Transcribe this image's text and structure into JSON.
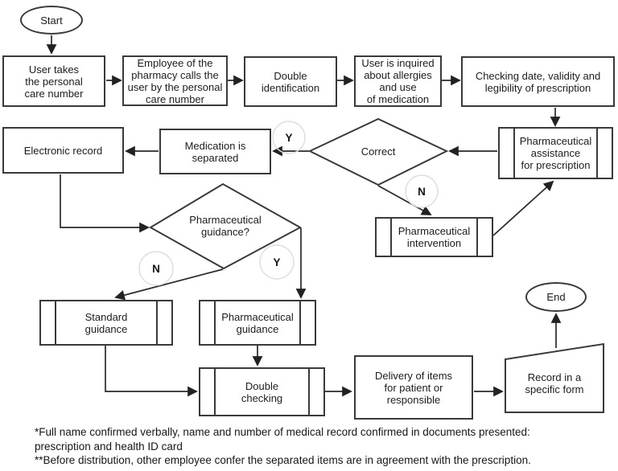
{
  "flowchart": {
    "nodes": {
      "start": "Start",
      "user_takes": "User takes\nthe personal\ncare number",
      "employee_calls": "Employee of the\npharmacy calls the\nuser by the personal\ncare number",
      "double_identification": "Double\nidentification",
      "user_inquired": "User is inquired\nabout allergies\nand use\nof medication",
      "checking_date": "Checking date, validity and\nlegibility of prescription",
      "pharmaceutical_assistance": "Pharmaceutical\nassistance\nfor prescription",
      "correct": "Correct",
      "medication_separated": "Medication is\nseparated",
      "electronic_record": "Electronic record",
      "pharmaceutical_guidance_question": "Pharmaceutical\nguidance?",
      "pharmaceutical_intervention": "Pharmaceutical\nintervention",
      "standard_guidance": "Standard\nguidance",
      "pharmaceutical_guidance": "Pharmaceutical\nguidance",
      "double_checking": "Double\nchecking",
      "delivery_items": "Delivery of items\nfor patient or\nresponsible",
      "record_form": "Record in a\nspecific form",
      "end": "End"
    },
    "branch_labels": {
      "correct_yes": "Y",
      "correct_no": "N",
      "guidance_no": "N",
      "guidance_yes": "Y"
    },
    "footnotes": {
      "line1": "*Full name confirmed verbally, name and number of medical record confirmed in documents presented:",
      "line2": "prescription and health ID card",
      "line3": "**Before distribution, other employee confer the separated items are in agreement with the prescription."
    },
    "colors": {
      "line": "#2a2a2a",
      "box_border": "#3a3a3a",
      "text": "#1c1c1c",
      "badge_circle": "#dedede",
      "background": "#ffffff"
    }
  }
}
